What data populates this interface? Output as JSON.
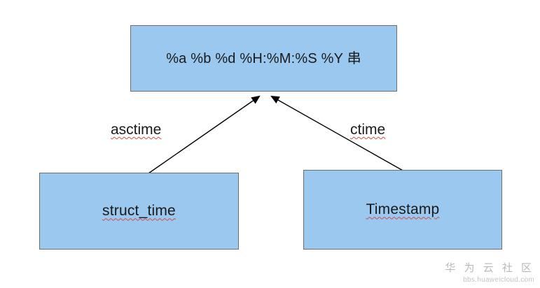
{
  "diagram": {
    "type": "flow-diagram",
    "nodes": [
      {
        "id": "format",
        "label": "%a %b %d %H:%M:%S %Y 串",
        "spellcheck_underline": false
      },
      {
        "id": "struct_time",
        "label": "struct_time",
        "spellcheck_underline": true
      },
      {
        "id": "timestamp",
        "label": "Timestamp",
        "spellcheck_underline": true
      }
    ],
    "edges": [
      {
        "id": "asctime",
        "label": "asctime",
        "from": "struct_time",
        "to": "format"
      },
      {
        "id": "ctime",
        "label": "ctime",
        "from": "timestamp",
        "to": "format"
      }
    ],
    "colors": {
      "node_fill": "#9ac8ef",
      "node_border": "#6f6f6f",
      "edge_stroke": "#000000",
      "text": "#1a1a1a",
      "spellcheck": "#d24b4b"
    }
  },
  "watermark": {
    "main": "华 为 云 社 区",
    "sub": "bbs.huaweicloud.com"
  }
}
